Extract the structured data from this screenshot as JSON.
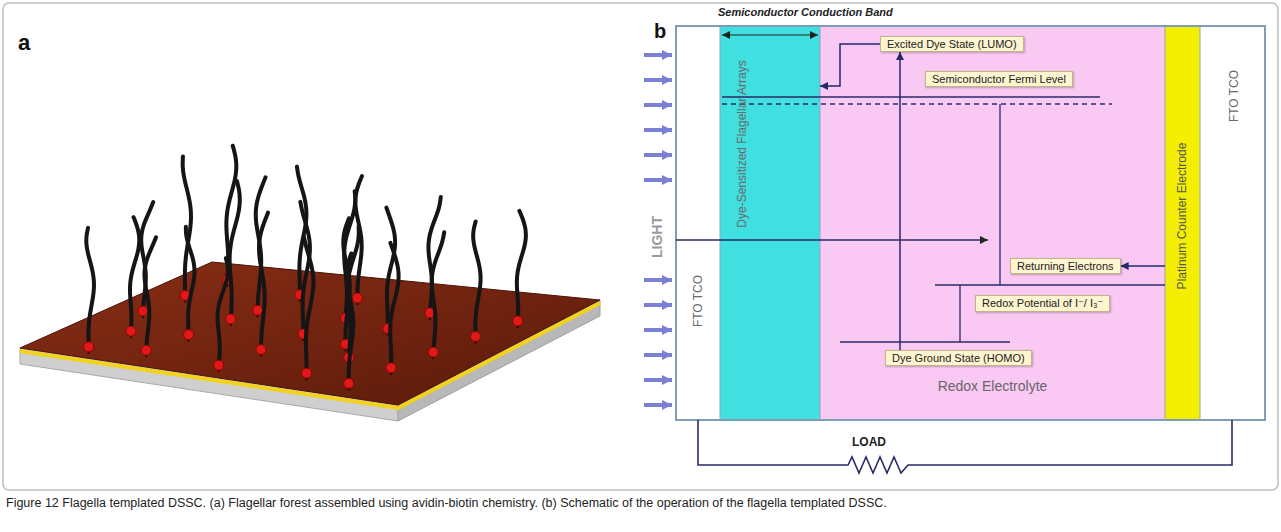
{
  "diagram": {
    "caption": "Figure 12 Flagella templated DSSC. (a) Flagellar forest assembled using avidin-biotin chemistry. (b) Schematic of the operation of the flagella templated DSSC.",
    "nodes": [
      {
        "text": [
          "FTO TCO"
        ]
      },
      {
        "text": [
          "Dye-Sensitized Flagellar Arrays"
        ]
      },
      {
        "text": [
          "Redox Electrolyte"
        ]
      },
      {
        "text": [
          "Excited Dye State (LUMO)"
        ],
        "in": 2
      },
      {
        "text": [
          "Semiconductor Fermi Level"
        ],
        "in": 2
      },
      {
        "text": [
          "Returning Electrons"
        ],
        "in": 2
      },
      {
        "text": [
          "Redox Potential of I⁻/ I₃⁻"
        ],
        "in": 2
      },
      {
        "text": [
          "Dye Ground State (HOMO)"
        ],
        "in": 2
      },
      {
        "text": [
          "Platinum Counter Electrode"
        ]
      },
      {
        "text": [
          "FTO TCO"
        ]
      }
    ],
    "edges": [
      {
        "from": 7,
        "to": 3,
        "arrow": "to"
      },
      {
        "from": 3,
        "to": 1,
        "arrow": "to"
      },
      {
        "from": 8,
        "to": 5,
        "arrow": "to"
      }
    ],
    "labels": [
      "a",
      "b",
      "Semiconductor Conduction Band",
      "LIGHT",
      "LOAD"
    ]
  }
}
